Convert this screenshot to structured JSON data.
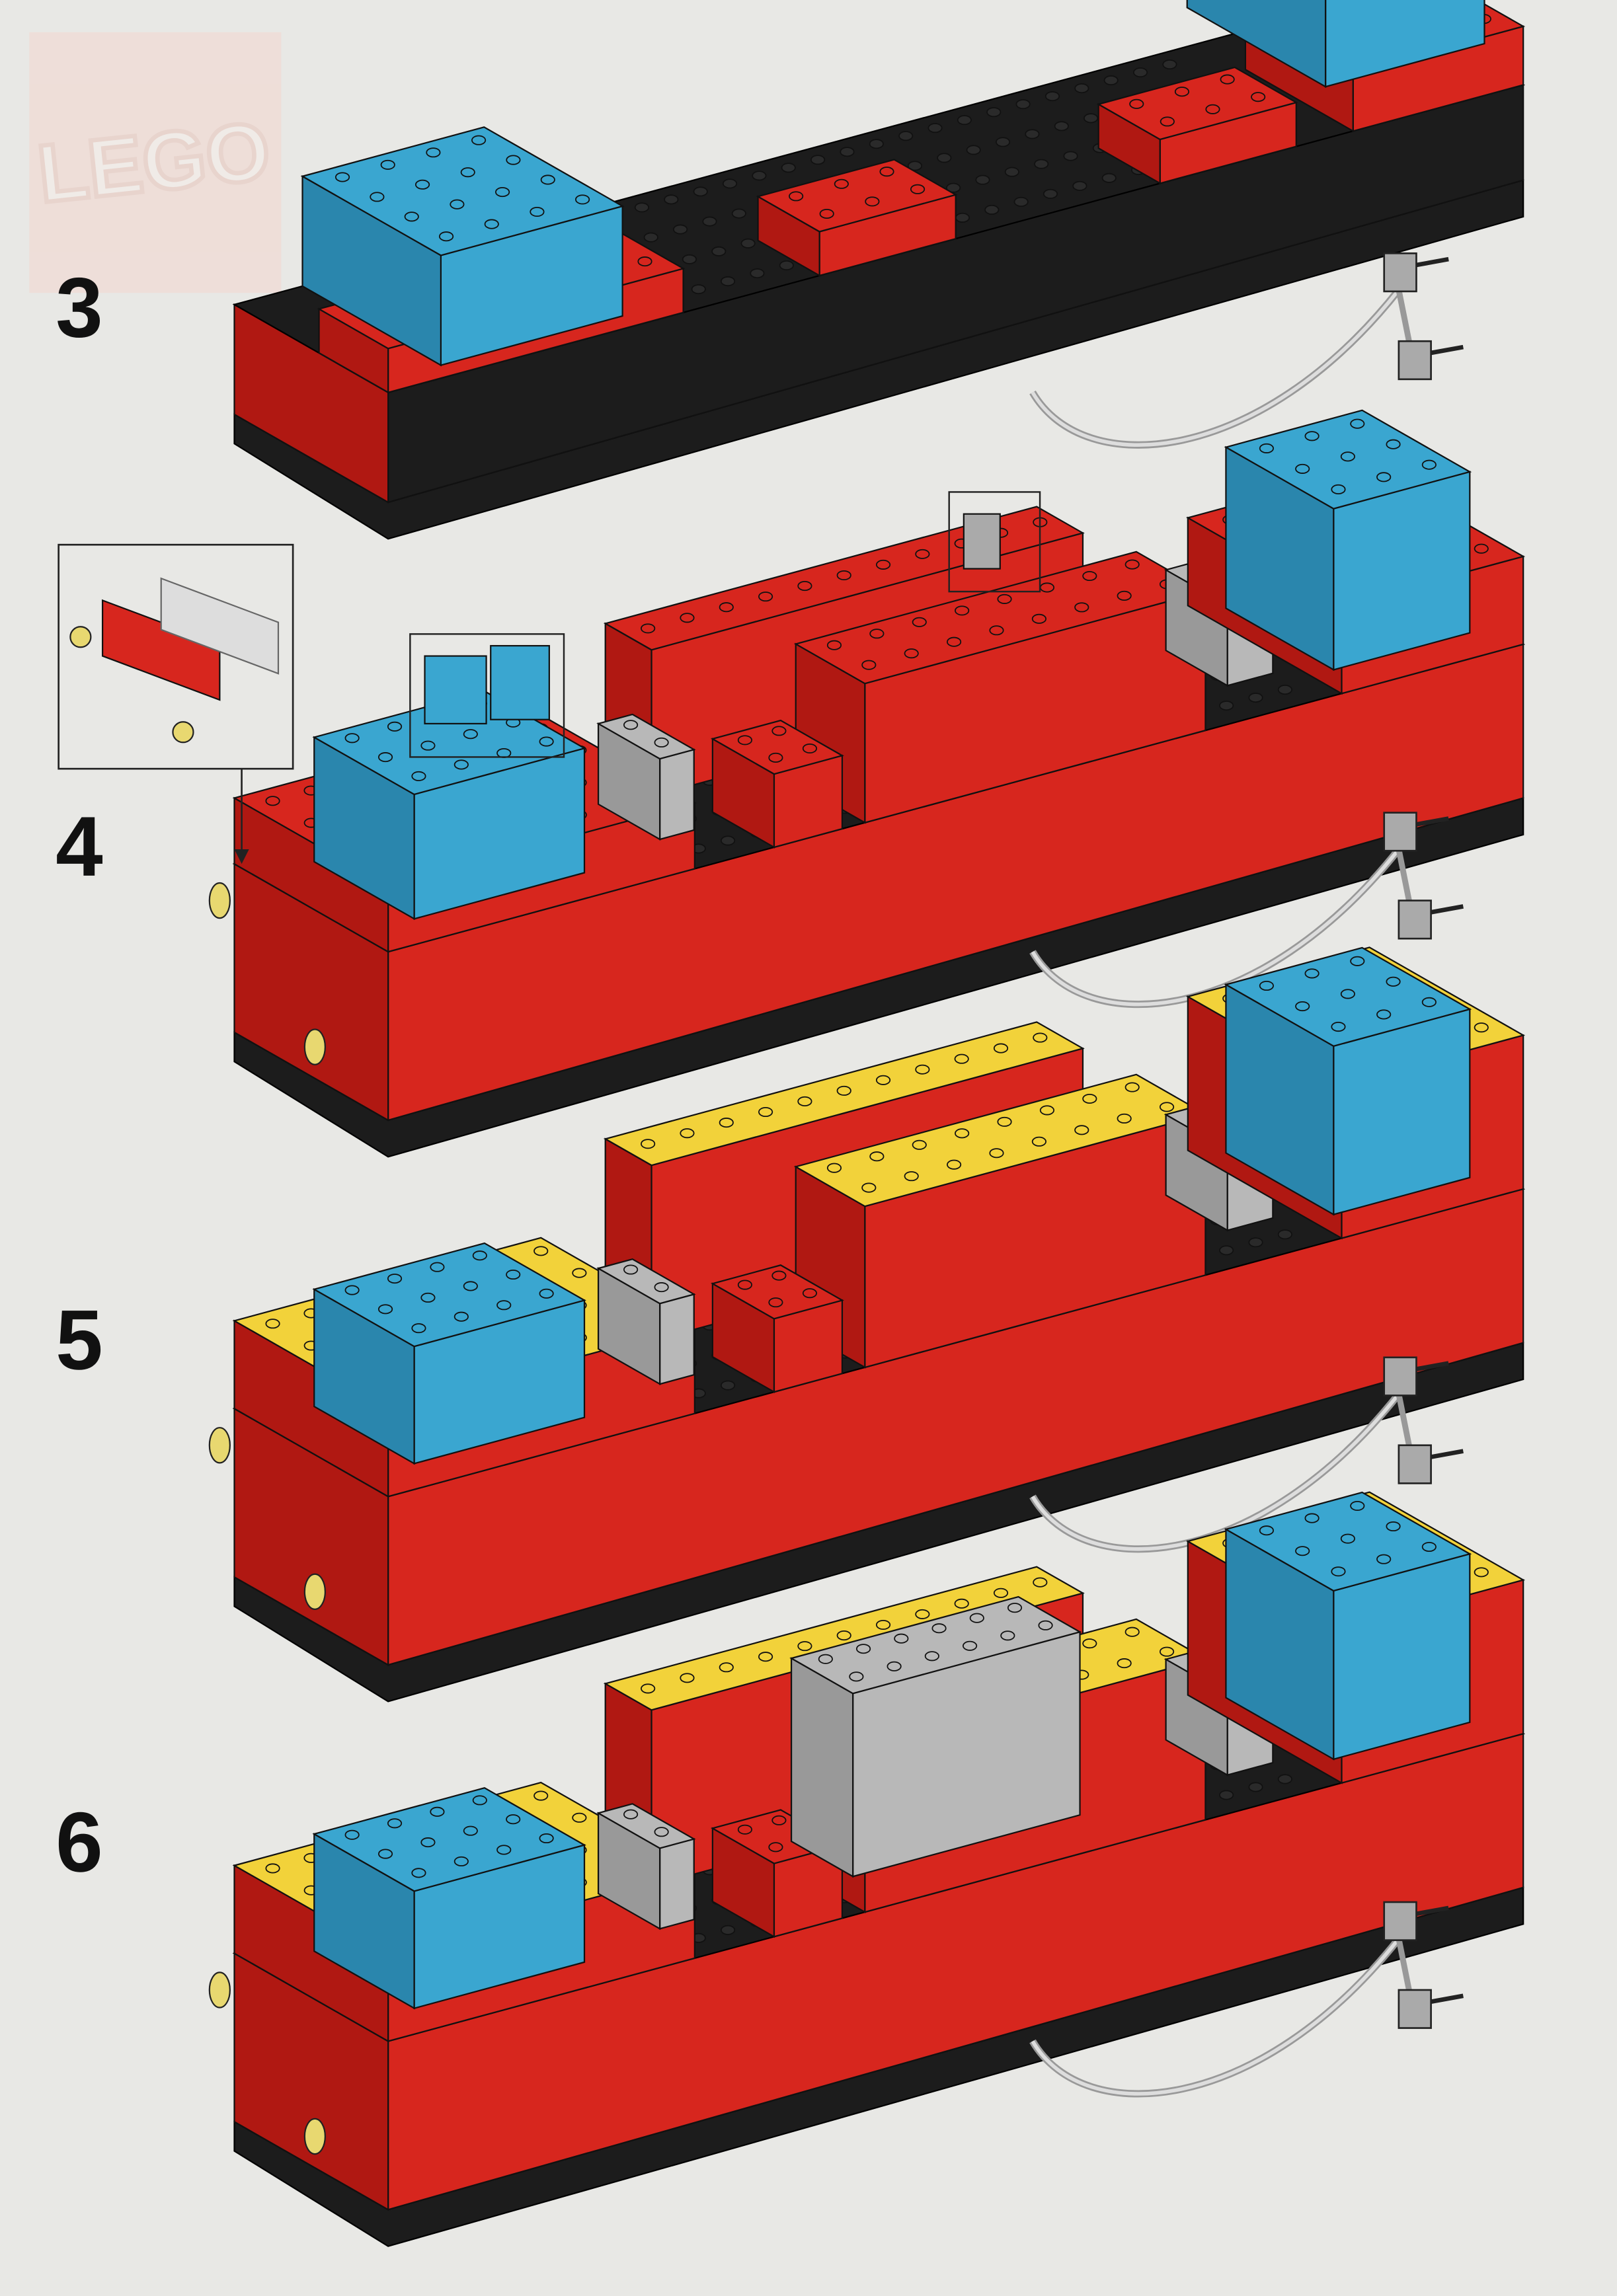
{
  "logo_text": "LEGO",
  "steps": [
    {
      "number": "3",
      "scheme": "base"
    },
    {
      "number": "4",
      "scheme": "red"
    },
    {
      "number": "5",
      "scheme": "yellow"
    },
    {
      "number": "6",
      "scheme": "yellow-open"
    }
  ],
  "colors": {
    "paper": "#e8e8e5",
    "red": "#d7261e",
    "red_dark": "#b01812",
    "yellow": "#f2d23a",
    "blue": "#3aa6d0",
    "black": "#1c1c1c",
    "grey": "#b8b8b8",
    "logo_bg": "#f2d9d2"
  }
}
